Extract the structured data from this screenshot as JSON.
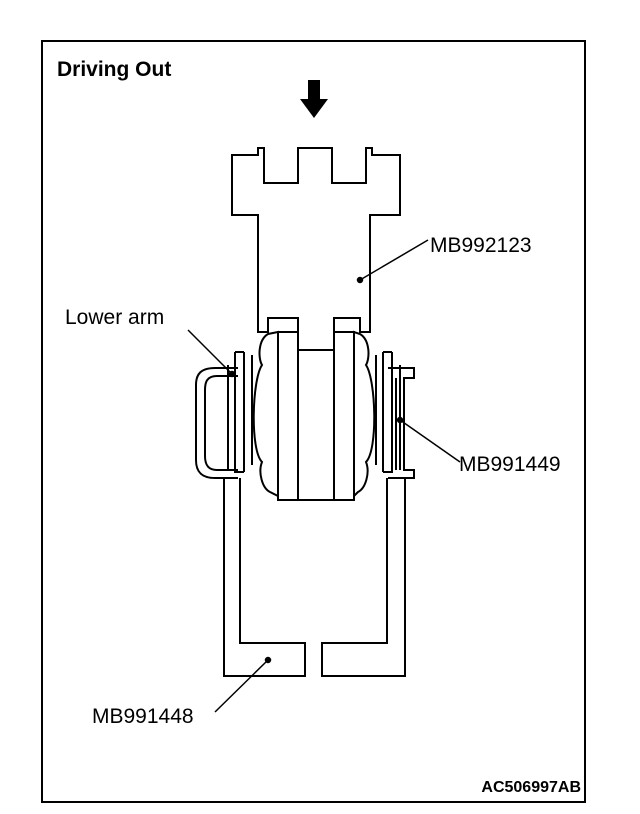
{
  "title": "Driving Out",
  "labels": {
    "tool_upper": "MB992123",
    "lower_arm": "Lower arm",
    "tool_ring": "MB991449",
    "tool_lower": "MB991448"
  },
  "figure_code": "AC506997AB",
  "colors": {
    "line": "#000000",
    "background": "#ffffff"
  },
  "icons": {
    "force": "down-arrow-icon"
  }
}
